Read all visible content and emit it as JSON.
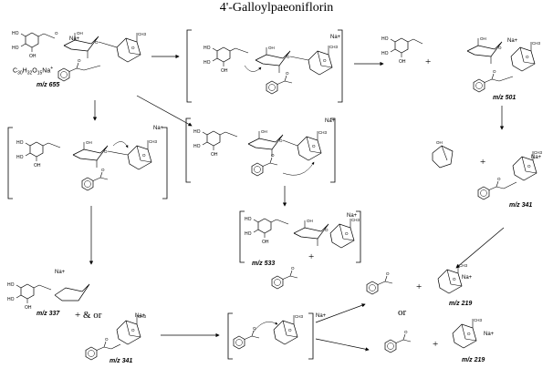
{
  "title": "4'-Galloylpaeoniflorin",
  "formula": "C30H32O15Na+",
  "sodium_label": "Na+",
  "labels": {
    "mz655": "m/z 655",
    "mz501": "m/z 501",
    "mz341a": "m/z 341",
    "mz533": "m/z 533",
    "mz337": "m/z 337",
    "mz341b": "m/z 341",
    "mz219a": "m/z 219",
    "mz219b": "m/z 219"
  },
  "operators": {
    "plus_and_or": "+ & or",
    "or": "or",
    "plus": "+"
  },
  "atom_labels": {
    "OH": "OH",
    "HO": "HO",
    "O": "O",
    "OCH3": "CH3",
    "H": "H"
  }
}
